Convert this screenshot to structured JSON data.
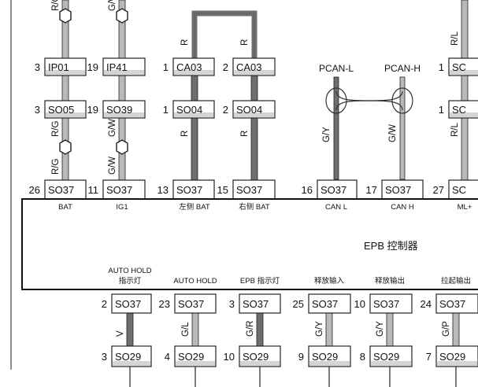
{
  "diagram": {
    "title": "EPB 控制器",
    "top_wires": [
      {
        "color": "R/G",
        "upper": {
          "pin": "3",
          "conn": "IP01"
        },
        "lower": {
          "pin": "3",
          "conn": "SO05"
        },
        "color_lower": "R/G",
        "color_near_ecu": "R/G",
        "ecu": {
          "pin": "26",
          "conn": "SO37"
        },
        "signal": "BAT"
      },
      {
        "color": "G/W",
        "upper": {
          "pin": "19",
          "conn": "IP41"
        },
        "lower": {
          "pin": "19",
          "conn": "SO39"
        },
        "color_lower": "G/W",
        "color_near_ecu": "G/W",
        "ecu": {
          "pin": "11",
          "conn": "SO37"
        },
        "signal": "IG1"
      },
      {
        "color": "R",
        "upper": {
          "pin": "1",
          "conn": "CA03"
        },
        "lower": {
          "pin": "1",
          "conn": "SO04"
        },
        "color_lower": "R",
        "ecu": {
          "pin": "13",
          "conn": "SO37"
        },
        "signal": "左侧 BAT"
      },
      {
        "color": "R",
        "upper": {
          "pin": "2",
          "conn": "CA03"
        },
        "lower": {
          "pin": "2",
          "conn": "SO04"
        },
        "color_lower": "R",
        "ecu": {
          "pin": "15",
          "conn": "SO37"
        },
        "signal": "右侧 BAT"
      },
      {
        "bus": "PCAN-L",
        "color": "G/Y",
        "ecu": {
          "pin": "16",
          "conn": "SO37"
        },
        "signal": "CAN L"
      },
      {
        "bus": "PCAN-H",
        "color": "G/W",
        "ecu": {
          "pin": "17",
          "conn": "SO37"
        },
        "signal": "CAN H"
      },
      {
        "color": "R/L",
        "upper": {
          "pin": "1",
          "conn": "SC"
        },
        "lower": {
          "pin": "1",
          "conn": "SC"
        },
        "color_lower": "R/L",
        "ecu": {
          "pin": "27",
          "conn": "SC"
        },
        "signal": "ML+"
      }
    ],
    "bottom_wires": [
      {
        "signal_line1": "AUTO HOLD",
        "signal_line2": "指示灯",
        "ecu": {
          "pin": "2",
          "conn": "SO37"
        },
        "color": "V",
        "lower": {
          "pin": "3",
          "conn": "SO29"
        }
      },
      {
        "signal_line1": "AUTO HOLD",
        "signal_line2": "",
        "ecu": {
          "pin": "23",
          "conn": "SO37"
        },
        "color": "G/L",
        "lower": {
          "pin": "4",
          "conn": "SO29"
        }
      },
      {
        "signal_line1": "EPB 指示灯",
        "signal_line2": "",
        "ecu": {
          "pin": "3",
          "conn": "SO37"
        },
        "color": "G/R",
        "lower": {
          "pin": "10",
          "conn": "SO29"
        }
      },
      {
        "signal_line1": "释放输入",
        "signal_line2": "",
        "ecu": {
          "pin": "25",
          "conn": "SO37"
        },
        "color": "G/Y",
        "lower": {
          "pin": "9",
          "conn": "SO29"
        }
      },
      {
        "signal_line1": "释放输出",
        "signal_line2": "",
        "ecu": {
          "pin": "10",
          "conn": "SO37"
        },
        "color": "G/Y",
        "lower": {
          "pin": "8",
          "conn": "SO29"
        }
      },
      {
        "signal_line1": "拉起输出",
        "signal_line2": "",
        "ecu": {
          "pin": "24",
          "conn": "SO37"
        },
        "color": "G/P",
        "lower": {
          "pin": "7",
          "conn": "SO29"
        }
      }
    ],
    "colors": {
      "wire_dark": "#6e6e6e",
      "wire_light": "#b9b9b9",
      "wire_white": "#ffffff",
      "box_stroke": "#222222",
      "box_fill": "#ffffff",
      "box_band": "#d4d4d4",
      "ecu_stroke": "#111111"
    }
  }
}
